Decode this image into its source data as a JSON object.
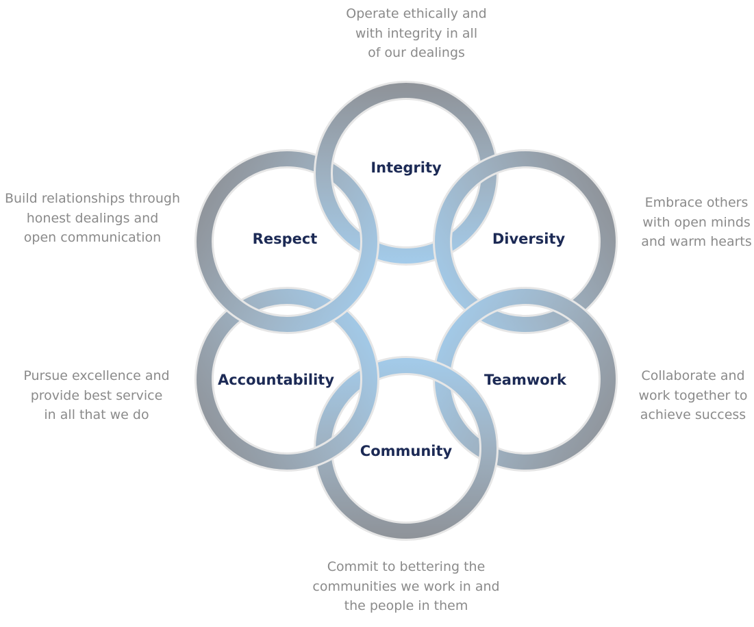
{
  "values": [
    {
      "id": "integrity",
      "label": "Integrity",
      "description": [
        "Operate ethically and",
        "with integrity in all",
        "of our dealings"
      ]
    },
    {
      "id": "diversity",
      "label": "Diversity",
      "description": [
        "Embrace others",
        "with open minds",
        "and warm hearts"
      ]
    },
    {
      "id": "teamwork",
      "label": "Teamwork",
      "description": [
        "Collaborate and",
        "work together to",
        "achieve success"
      ]
    },
    {
      "id": "community",
      "label": "Community",
      "description": [
        "Commit to bettering the",
        "communities we work in and",
        "the people in them"
      ]
    },
    {
      "id": "accountability",
      "label": "Accountability",
      "description": [
        "Pursue excellence and",
        "provide best service",
        "in all that we do"
      ]
    },
    {
      "id": "respect",
      "label": "Respect",
      "description": [
        "Build relationships through",
        "honest dealings and",
        "open communication"
      ]
    }
  ],
  "colors": {
    "ring_light": "#a3cbea",
    "ring_mid": "#9fb3c4",
    "ring_dark": "#8e9298",
    "ring_outline": "#e6e6e6",
    "label_text": "#1c2a55",
    "description_text": "#8a8a8a"
  }
}
